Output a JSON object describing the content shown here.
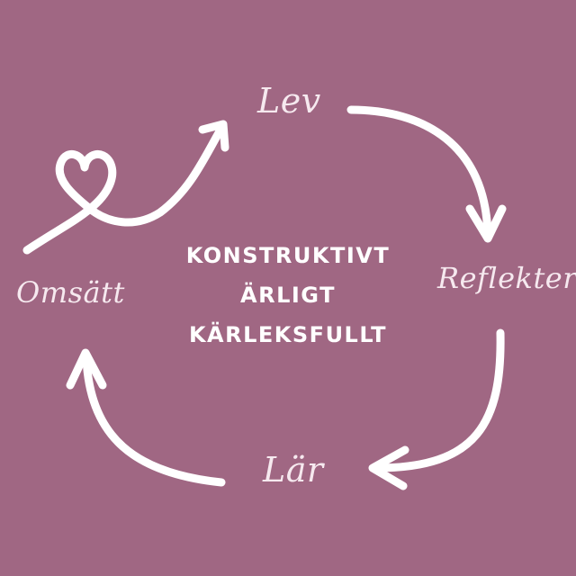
{
  "colors": {
    "background": "#a06783",
    "arrow": "#ffffff",
    "label": "#f6e9ef"
  },
  "cycle": {
    "steps": [
      {
        "label": "Lev"
      },
      {
        "label": "Reflektera"
      },
      {
        "label": "Lär"
      },
      {
        "label": "Omsätt"
      }
    ]
  },
  "center": {
    "lines": [
      "KONSTRUKTIVT",
      "ÄRLIGT",
      "KÄRLEKSFULLT"
    ]
  },
  "icons": {
    "heart": "heart-icon"
  }
}
